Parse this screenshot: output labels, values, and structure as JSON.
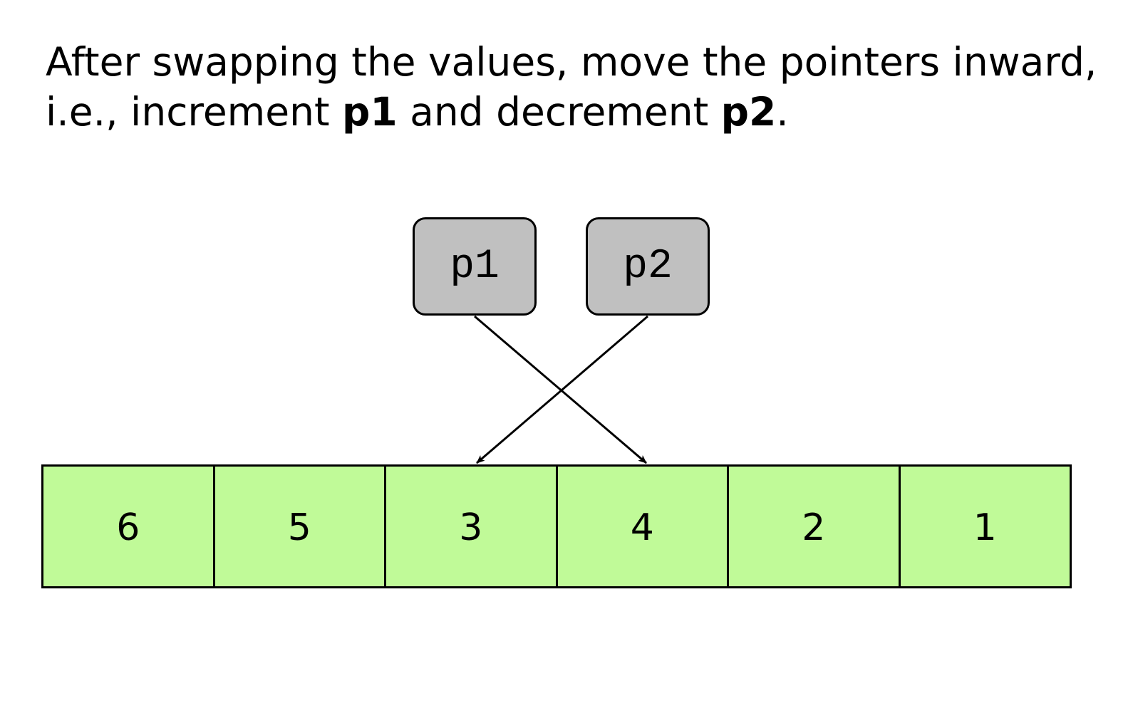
{
  "caption": {
    "part1": "After swapping the values, move the pointers inward, i.e., increment ",
    "bold1": "p1",
    "part2": " and decrement ",
    "bold2": "p2",
    "part3": "."
  },
  "pointers": [
    {
      "label": "p1",
      "points_to_index": 3
    },
    {
      "label": "p2",
      "points_to_index": 2
    }
  ],
  "array": {
    "values": [
      "6",
      "5",
      "3",
      "4",
      "2",
      "1"
    ]
  },
  "colors": {
    "cell_fill": "#c0fa98",
    "pointer_fill": "#c0c0c0",
    "stroke": "#000000"
  }
}
